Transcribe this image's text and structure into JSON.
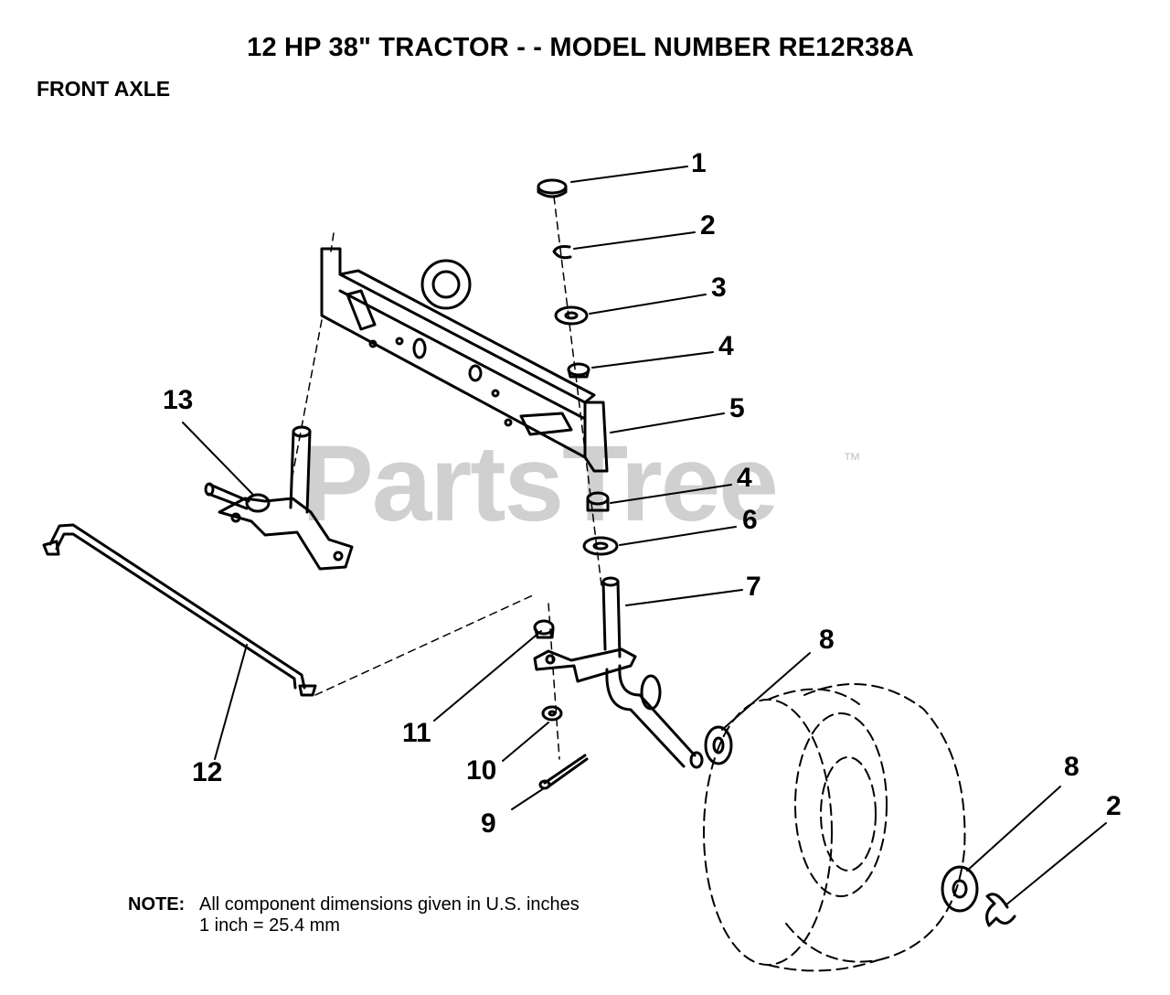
{
  "header": {
    "title": "12 HP 38\" TRACTOR - - MODEL NUMBER RE12R38A",
    "section": "FRONT AXLE"
  },
  "watermark": {
    "text": "PartsTree",
    "tm": "™"
  },
  "callouts": {
    "c1": "1",
    "c2a": "2",
    "c3": "3",
    "c4a": "4",
    "c5": "5",
    "c4b": "4",
    "c6": "6",
    "c7": "7",
    "c8a": "8",
    "c13": "13",
    "c12": "12",
    "c11": "11",
    "c10": "10",
    "c9": "9",
    "c8b": "8",
    "c2b": "2"
  },
  "note": {
    "label": "NOTE:",
    "line1": "All component dimensions given in U.S. inches",
    "line2": "1 inch = 25.4 mm"
  }
}
